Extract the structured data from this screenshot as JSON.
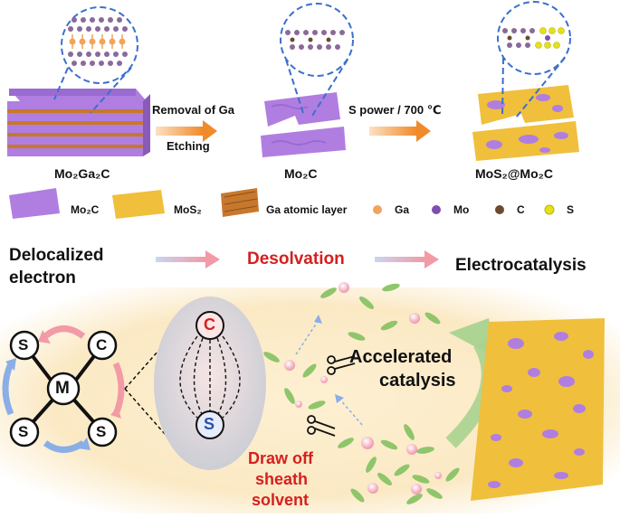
{
  "steps": {
    "material1": "Mo₂Ga₂C",
    "material2": "Mo₂C",
    "material3": "MoS₂@Mo₂C",
    "arrow1_top": "Removal of Ga",
    "arrow1_bottom": "Etching",
    "arrow2_top": "S power / 700 ℃"
  },
  "legend": {
    "mo2c": "Mo₂C",
    "mos2": "MoS₂",
    "ga_layer": "Ga atomic layer",
    "ga": "Ga",
    "mo": "Mo",
    "c": "C",
    "s": "S"
  },
  "flow": {
    "stage1_line1": "Delocalized",
    "stage1_line2": "electron",
    "stage2": "Desolvation",
    "stage3": "Electrocatalysis"
  },
  "lower": {
    "accelerated_line1": "Accelerated",
    "accelerated_line2": "catalysis",
    "drawoff_line1": "Draw off",
    "drawoff_line2": "sheath",
    "drawoff_line3": "solvent"
  },
  "nodes": {
    "center": "M",
    "top_left": "S",
    "top_right": "C",
    "bottom_left": "S",
    "bottom_right": "S",
    "ellipse_top": "C",
    "ellipse_bottom": "S"
  },
  "colors": {
    "mo2c": "#b07ee0",
    "mos2": "#f0bf3c",
    "ga_layer": "#c8782c",
    "ga_atom": "#f2a35c",
    "mo_atom": "#7f4fb0",
    "c_atom": "#6b4a2e",
    "s_atom": "#e6e01a",
    "text_red": "#d42020",
    "dash_blue": "#3a6fcf",
    "glow_bg": "#fbe9c4",
    "orange_arrow": "#f08a2a",
    "pink_arrow": "#f29aa5",
    "blue_arrow": "#8aaee6",
    "green_arrow": "#a9d38f"
  }
}
